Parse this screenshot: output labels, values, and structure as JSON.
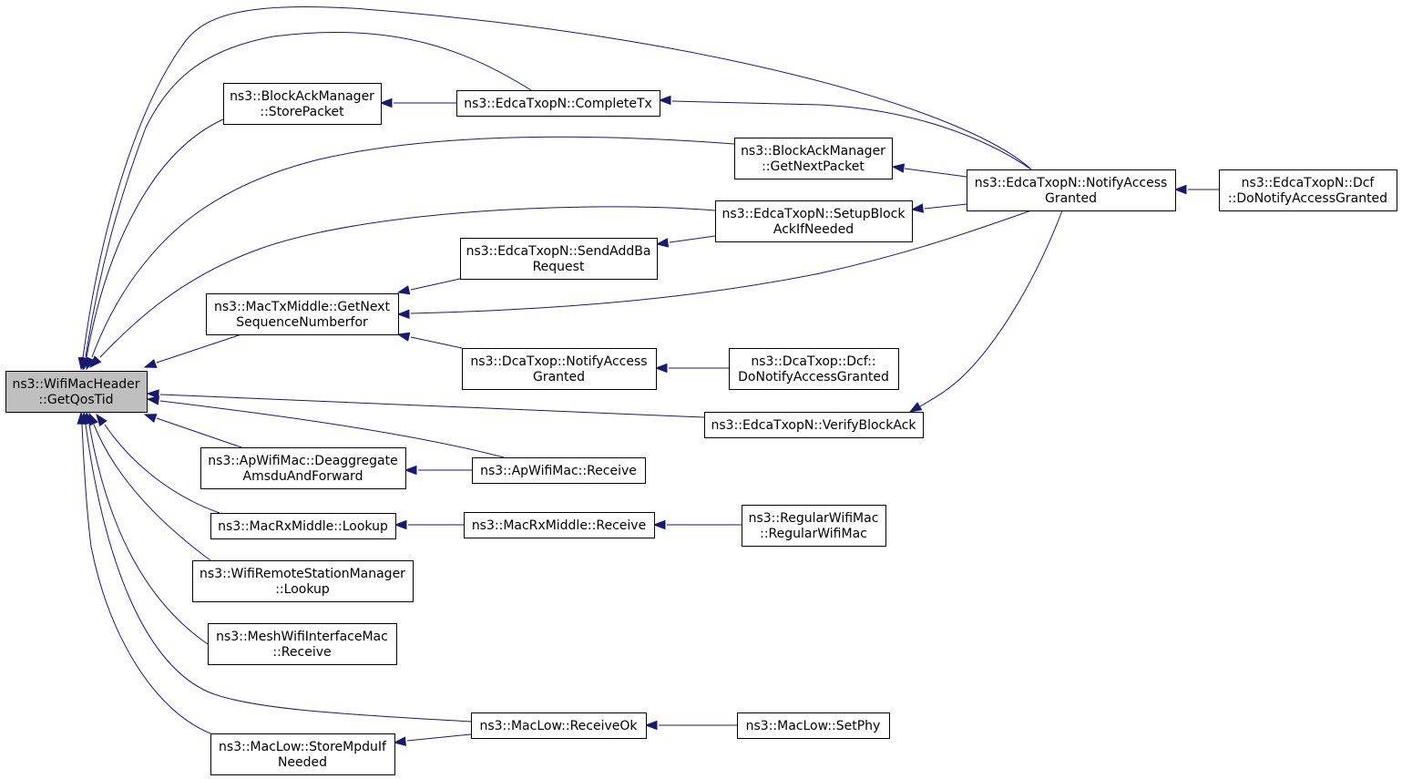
{
  "colors": {
    "edge": "#191970",
    "root_fill": "#bfbfbf",
    "node_fill": "#ffffff",
    "node_border": "#000000"
  },
  "graph": {
    "root": "get-qos-tid",
    "nodes": [
      {
        "id": "get-qos-tid",
        "lines": [
          "ns3::WifiMacHeader",
          "::GetQosTid"
        ]
      },
      {
        "id": "blockack-storepacket",
        "lines": [
          "ns3::BlockAckManager",
          "::StorePacket"
        ]
      },
      {
        "id": "edca-completetx",
        "lines": [
          "ns3::EdcaTxopN::CompleteTx"
        ]
      },
      {
        "id": "blockack-getnextpacket",
        "lines": [
          "ns3::BlockAckManager",
          "::GetNextPacket"
        ]
      },
      {
        "id": "edca-notifyaccessgranted",
        "lines": [
          "ns3::EdcaTxopN::NotifyAccess",
          "Granted"
        ]
      },
      {
        "id": "edca-dcf-donotify",
        "lines": [
          "ns3::EdcaTxopN::Dcf",
          "::DoNotifyAccessGranted"
        ]
      },
      {
        "id": "edca-setupblockack",
        "lines": [
          "ns3::EdcaTxopN::SetupBlock",
          "AckIfNeeded"
        ]
      },
      {
        "id": "edca-sendaddba",
        "lines": [
          "ns3::EdcaTxopN::SendAddBa",
          "Request"
        ]
      },
      {
        "id": "mactxmiddle-getnextseq",
        "lines": [
          "ns3::MacTxMiddle::GetNext",
          "SequenceNumberfor"
        ]
      },
      {
        "id": "dcatxop-notifyaccess",
        "lines": [
          "ns3::DcaTxop::NotifyAccess",
          "Granted"
        ]
      },
      {
        "id": "dcatxop-dcf-donotify",
        "lines": [
          "ns3::DcaTxop::Dcf::",
          "DoNotifyAccessGranted"
        ]
      },
      {
        "id": "edca-verifyblockack",
        "lines": [
          "ns3::EdcaTxopN::VerifyBlockAck"
        ]
      },
      {
        "id": "apwifimac-deaggregate",
        "lines": [
          "ns3::ApWifiMac::Deaggregate",
          "AmsduAndForward"
        ]
      },
      {
        "id": "apwifimac-receive",
        "lines": [
          "ns3::ApWifiMac::Receive"
        ]
      },
      {
        "id": "macrxmiddle-lookup",
        "lines": [
          "ns3::MacRxMiddle::Lookup"
        ]
      },
      {
        "id": "macrxmiddle-receive",
        "lines": [
          "ns3::MacRxMiddle::Receive"
        ]
      },
      {
        "id": "regularwifimac-ctor",
        "lines": [
          "ns3::RegularWifiMac",
          "::RegularWifiMac"
        ]
      },
      {
        "id": "wifiremotestation-lookup",
        "lines": [
          "ns3::WifiRemoteStationManager",
          "::Lookup"
        ]
      },
      {
        "id": "meshwifi-receive",
        "lines": [
          "ns3::MeshWifiInterfaceMac",
          "::Receive"
        ]
      },
      {
        "id": "maclow-receiveok",
        "lines": [
          "ns3::MacLow::ReceiveOk"
        ]
      },
      {
        "id": "maclow-setphy",
        "lines": [
          "ns3::MacLow::SetPhy"
        ]
      },
      {
        "id": "maclow-storempdu",
        "lines": [
          "ns3::MacLow::StoreMpduIf",
          "Needed"
        ]
      }
    ],
    "edges": [
      {
        "from": "blockack-storepacket",
        "to": "get-qos-tid"
      },
      {
        "from": "edca-completetx",
        "to": "get-qos-tid"
      },
      {
        "from": "edca-completetx",
        "to": "blockack-storepacket"
      },
      {
        "from": "edca-notifyaccessgranted",
        "to": "get-qos-tid"
      },
      {
        "from": "edca-notifyaccessgranted",
        "to": "edca-completetx"
      },
      {
        "from": "edca-notifyaccessgranted",
        "to": "blockack-getnextpacket"
      },
      {
        "from": "edca-notifyaccessgranted",
        "to": "edca-setupblockack"
      },
      {
        "from": "edca-notifyaccessgranted",
        "to": "mactxmiddle-getnextseq"
      },
      {
        "from": "edca-notifyaccessgranted",
        "to": "edca-verifyblockack"
      },
      {
        "from": "edca-dcf-donotify",
        "to": "edca-notifyaccessgranted"
      },
      {
        "from": "blockack-getnextpacket",
        "to": "get-qos-tid"
      },
      {
        "from": "edca-setupblockack",
        "to": "get-qos-tid"
      },
      {
        "from": "edca-setupblockack",
        "to": "edca-sendaddba"
      },
      {
        "from": "edca-sendaddba",
        "to": "mactxmiddle-getnextseq"
      },
      {
        "from": "mactxmiddle-getnextseq",
        "to": "get-qos-tid"
      },
      {
        "from": "dcatxop-notifyaccess",
        "to": "mactxmiddle-getnextseq"
      },
      {
        "from": "dcatxop-dcf-donotify",
        "to": "dcatxop-notifyaccess"
      },
      {
        "from": "edca-verifyblockack",
        "to": "get-qos-tid"
      },
      {
        "from": "apwifimac-receive",
        "to": "get-qos-tid"
      },
      {
        "from": "apwifimac-deaggregate",
        "to": "get-qos-tid"
      },
      {
        "from": "apwifimac-receive",
        "to": "apwifimac-deaggregate"
      },
      {
        "from": "macrxmiddle-lookup",
        "to": "get-qos-tid"
      },
      {
        "from": "macrxmiddle-receive",
        "to": "macrxmiddle-lookup"
      },
      {
        "from": "regularwifimac-ctor",
        "to": "macrxmiddle-receive"
      },
      {
        "from": "wifiremotestation-lookup",
        "to": "get-qos-tid"
      },
      {
        "from": "meshwifi-receive",
        "to": "get-qos-tid"
      },
      {
        "from": "maclow-receiveok",
        "to": "get-qos-tid"
      },
      {
        "from": "maclow-storempdu",
        "to": "get-qos-tid"
      },
      {
        "from": "maclow-receiveok",
        "to": "maclow-storempdu"
      },
      {
        "from": "maclow-setphy",
        "to": "maclow-receiveok"
      }
    ]
  }
}
